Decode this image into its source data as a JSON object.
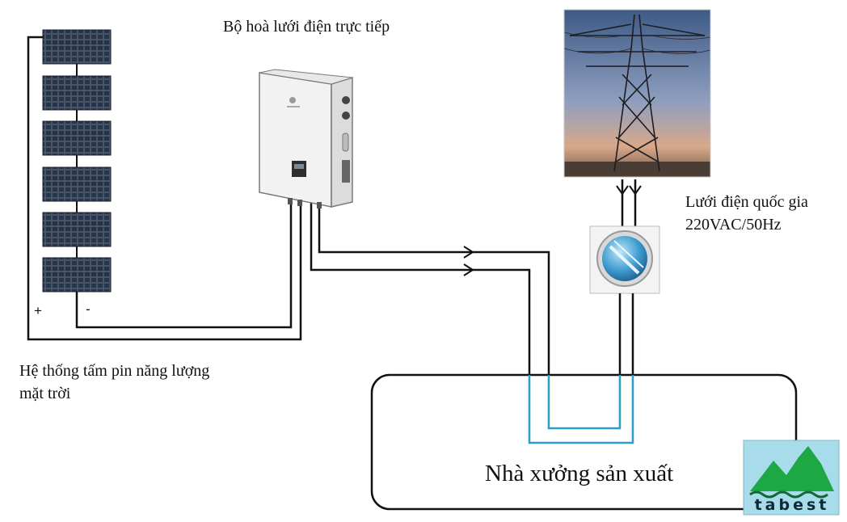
{
  "labels": {
    "inverter_title": "Bộ hoà lưới điện trực tiếp",
    "grid_line1": "Lưới điện quốc gia",
    "grid_line2": "220VAC/50Hz",
    "panel_system": "Hệ thống tấm pin năng lượng mặt trời",
    "factory": "Nhà xưởng sản xuất",
    "plus": "+",
    "minus": "-"
  },
  "logo": {
    "text": "tabest",
    "icon": "mountain-logo-icon"
  },
  "components": {
    "solar_panel_icon": "solar-panel-icon",
    "inverter_icon": "inverter-icon",
    "tower_icon": "power-tower-icon",
    "meter_icon": "meter-icon"
  },
  "colors": {
    "wire": "#111111",
    "ac_wire": "#2b9fc7",
    "panel": "#2a3547",
    "logo_bg": "#9fd9e8",
    "logo_mountain": "#1ea844"
  }
}
